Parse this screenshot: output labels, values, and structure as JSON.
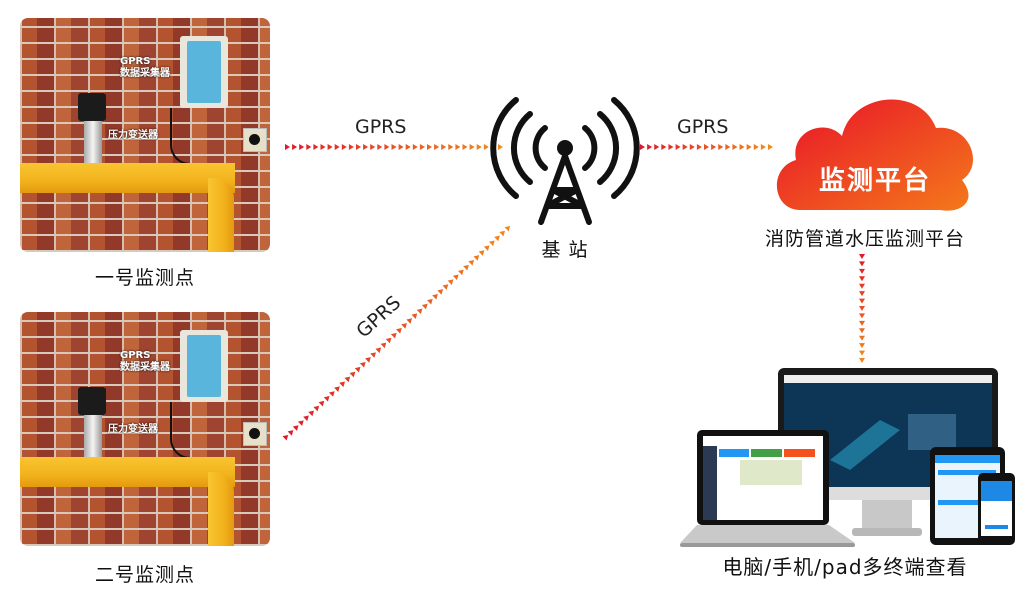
{
  "sites": [
    {
      "label": "一号监测点",
      "collector_label": "GPRS\n数据采集器",
      "collector_line1": "GPRS",
      "collector_line2": "数据采集器",
      "sensor_label": "压力变送器"
    },
    {
      "label": "二号监测点",
      "collector_line1": "GPRS",
      "collector_line2": "数据采集器",
      "sensor_label": "压力变送器"
    }
  ],
  "links": {
    "site1_to_station": "GPRS",
    "site2_to_station": "GPRS",
    "station_to_cloud": "GPRS"
  },
  "station": {
    "label": "基 站"
  },
  "cloud": {
    "title": "监测平台",
    "caption": "消防管道水压监测平台"
  },
  "terminals": {
    "caption": "电脑/手机/pad多终端查看"
  },
  "colors": {
    "arrow_start": "#e0182a",
    "arrow_end": "#f08a1c",
    "cloud_top": "#e8102a",
    "cloud_bottom": "#f47a1a"
  }
}
